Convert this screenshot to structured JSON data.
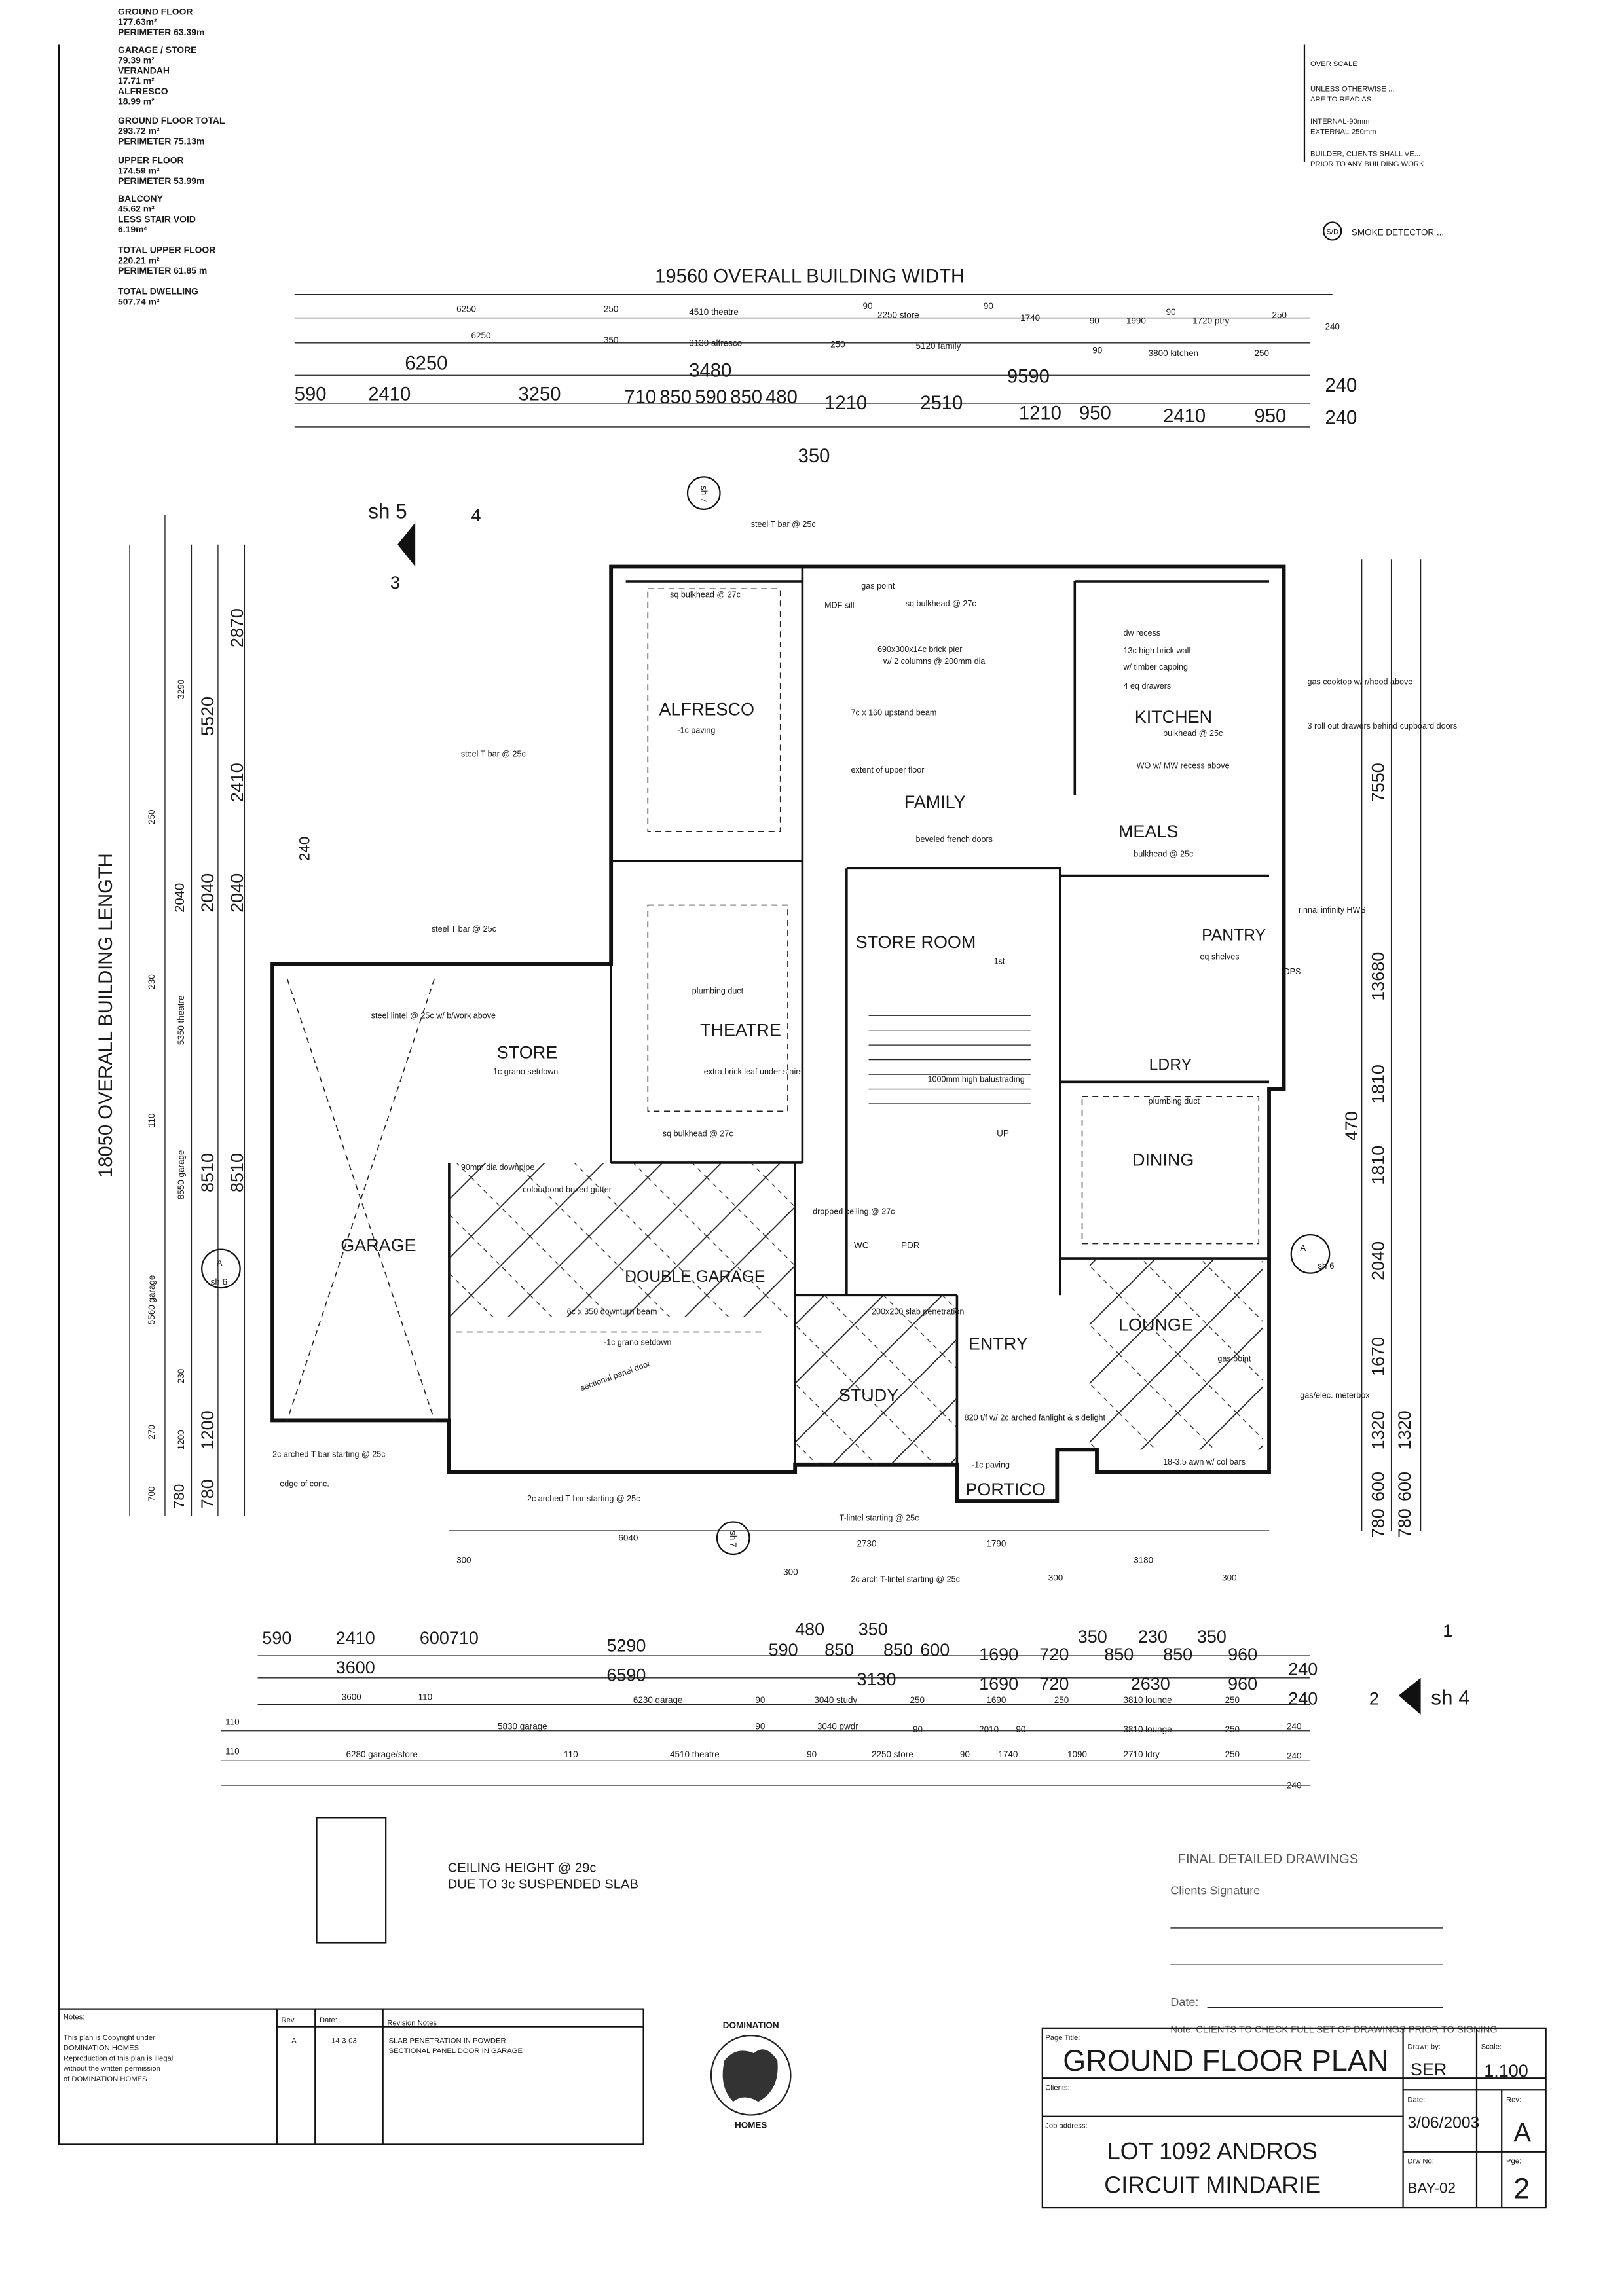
{
  "area_schedule": [
    {
      "label": "GROUND FLOOR",
      "lines": [
        "177.63m²",
        "PERIMETER 63.39m"
      ]
    },
    {
      "label": "GARAGE / STORE",
      "lines": [
        "79.39 m²",
        "VERANDAH",
        "17.71 m²",
        "ALFRESCO",
        "18.99 m²"
      ]
    },
    {
      "label": "GROUND FLOOR TOTAL",
      "lines": [
        "293.72 m²",
        "PERIMETER 75.13m"
      ]
    },
    {
      "label": "UPPER FLOOR",
      "lines": [
        "174.59 m²",
        "PERIMETER 53.99m"
      ]
    },
    {
      "label": "BALCONY",
      "lines": [
        "45.62 m²",
        "LESS STAIR VOID",
        "6.19m²"
      ]
    },
    {
      "label": "TOTAL UPPER FLOOR",
      "lines": [
        "220.21 m²",
        "PERIMETER 61.85 m"
      ]
    },
    {
      "label": "TOTAL DWELLING",
      "lines": [
        "507.74 m²"
      ]
    }
  ],
  "general_notes": {
    "lines": [
      "OVER SCALE",
      "UNLESS OTHERWISE ...",
      "ARE TO READ AS:",
      "INTERNAL-90mm",
      "EXTERNAL-250mm",
      "BUILDER, CLIENTS SHALL VE...",
      "PRIOR TO ANY BUILDING WORK"
    ],
    "smoke_symbol": "S/D",
    "smoke_label": "SMOKE DETECTOR ..."
  },
  "overall": {
    "width_label": "19560 OVERALL BUILDING WIDTH",
    "length_label": "18050 OVERALL BUILDING LENGTH",
    "mid_350": "350"
  },
  "top_dims": {
    "row1": [
      "6250",
      "250",
      "4510 theatre",
      "90",
      "2250 store",
      "90",
      "1740",
      "90",
      "1990",
      "90",
      "1720 ptry",
      "250",
      "240"
    ],
    "row2": [
      "6250",
      "350",
      "3130 alfresco",
      "250",
      "5120 family",
      "90",
      "3800 kitchen",
      "250",
      "240"
    ],
    "row3": [
      "6250",
      "3480",
      "9590",
      "240"
    ],
    "row4": [
      "590",
      "2410",
      "3250",
      "710",
      "850",
      "590",
      "850",
      "480",
      "1210",
      "2510",
      "1210",
      "950",
      "2410",
      "950",
      "240"
    ]
  },
  "bottom_dims": {
    "upper": [
      "480",
      "350",
      "350",
      "230",
      "350"
    ],
    "rowA": [
      "590",
      "2410",
      "600",
      "710",
      "5290",
      "590",
      "850",
      "850",
      "600",
      "1690",
      "720",
      "850",
      "850",
      "960",
      "240"
    ],
    "rowB": [
      "3600",
      "6590",
      "3130",
      "1690",
      "720",
      "2630",
      "960",
      "240"
    ],
    "rowC": [
      "3600",
      "110",
      "6230 garage",
      "90",
      "3040 study",
      "250",
      "1690",
      "250",
      "3810 lounge",
      "250",
      "240"
    ],
    "rowD": [
      "110",
      "5830 garage",
      "90",
      "3040 pwdr",
      "90",
      "2010",
      "90",
      "3810 lounge",
      "250",
      "240"
    ],
    "rowE": [
      "110",
      "6280 garage/store",
      "110",
      "4510 theatre",
      "90",
      "2250 store",
      "90",
      "1740",
      "1090",
      "2710 ldry",
      "250",
      "240"
    ]
  },
  "left_dims": [
    "3290",
    "5520",
    "2870",
    "250",
    "2410",
    "240",
    "2040",
    "2040",
    "2040",
    "230",
    "5350 theatre",
    "110",
    "8550 garage",
    "8510",
    "8510",
    "5560 garage",
    "230",
    "270",
    "1200",
    "1200",
    "700",
    "780",
    "780"
  ],
  "right_dims": [
    "7550",
    "13680",
    "1810",
    "470",
    "1810",
    "2040",
    "1670",
    "1320",
    "780",
    "600",
    "780",
    "600",
    "1320"
  ],
  "rooms": {
    "alfresco": "ALFRESCO",
    "family": "FAMILY",
    "kitchen": "KITCHEN",
    "meals": "MEALS",
    "store_room": "STORE ROOM",
    "theatre": "THEATRE",
    "store": "STORE",
    "pantry": "PANTRY",
    "laundry": "LDRY",
    "dining": "DINING",
    "garage": "GARAGE",
    "double_garage": "DOUBLE GARAGE",
    "lounge": "LOUNGE",
    "entry": "ENTRY",
    "study": "STUDY",
    "portico": "PORTICO",
    "up": "UP",
    "wc": "WC",
    "pwdr": "PDR"
  },
  "annotations": {
    "steel_t_top": "steel T bar @ 25c",
    "sq_bulkhead_alf": "sq bulkhead @ 27c",
    "paving_alf": "-1c paving",
    "gas_point": "gas point",
    "mdf_sill": "MDF sill",
    "sq_bulkhead_fam": "sq bulkhead @ 27c",
    "brick_pier": "690x300x14c brick pier",
    "columns": "w/ 2 columns @ 200mm dia",
    "upstand": "7c x 160 upstand beam",
    "upper_extent": "extent of upper floor",
    "steel_t_left": "steel T bar @ 25c",
    "steel_t_garage": "steel T bar @ 25c",
    "dw_recess": "dw recess",
    "brick_wall": "13c high brick wall",
    "capping": "w/ timber capping",
    "drawers": "4 eq drawers",
    "bulkhead_kit": "bulkhead @ 25c",
    "wo_mw": "WO w/ MW recess above",
    "gas_cooktop": "gas cooktop w/ r/hood above",
    "roll_out": "3 roll out drawers behind cupboard doors",
    "french": "beveled french doors",
    "bulkhead_meals": "bulkhead @ 25c",
    "rinnai": "rinnai infinity HWS",
    "shelves": "eq shelves",
    "plumbing_duct": "plumbing duct",
    "extra_brick": "extra brick leaf under stairs",
    "balustrading": "1000mm high balustrading",
    "steel_lintel": "steel lintel @ 25c w/ b/work above",
    "grano_store": "-1c grano setdown",
    "one_st": "1st",
    "sq_bulkhead_thr": "sq bulkhead @ 27c",
    "downpipe": "90mm dia downpipe",
    "gutter": "colourbond boxed gutter",
    "downturn": "6c x 350 downturn beam",
    "grano_garage": "-1c grano setdown",
    "sectional": "sectional panel door",
    "dropped": "dropped ceiling @ 27c",
    "slab_pen": "200x200 slab penetration",
    "arched": "820 t/f w/ 2c arched fanlight & sidelight",
    "paving_portico": "-1c paving",
    "awn": "18-3.5 awn w/ col bars",
    "t_lintel": "T-lintel starting @ 25c",
    "arch_t_bar": "2c arched T bar starting @ 25c",
    "arch_t_bar2": "2c arched T bar starting @ 25c",
    "edge_conc": "edge of conc.",
    "gas_point_lounge": "gas point",
    "meter": "gas/elec. meterbox",
    "ops": "DPS",
    "arch_tlintel": "2c arch T-lintel starting @ 25c",
    "sh5": "sh 5",
    "sh5_a": "4",
    "sh5_b": "3",
    "sh4": "sh 4",
    "sh4_a": "1",
    "sh4_b": "2",
    "sh6": "sh 6",
    "sh6_b": "sh 6",
    "sec_a": "A",
    "sec_a2": "A",
    "sh7": "sh 7",
    "sh7b": "sh 7"
  },
  "bottom_run": [
    "300",
    "6040",
    "2730",
    "1790",
    "3180",
    "300",
    "300",
    "300"
  ],
  "legend": {
    "line1": "CEILING HEIGHT @ 29c",
    "line2": "DUE TO 3c SUSPENDED SLAB"
  },
  "signoff": {
    "title": "FINAL DETAILED DRAWINGS",
    "signature": "Clients Signature",
    "date": "Date:",
    "note": "Note: CLIENTS TO CHECK FULL SET OF DRAWINGS PRIOR TO SIGNING"
  },
  "notes_box": {
    "heading": "Notes:",
    "text": [
      "This plan is Copyright under",
      "DOMINATION HOMES",
      "Reproduction of this plan is illegal",
      "without the written permission",
      "of DOMINATION HOMES"
    ]
  },
  "revisions": {
    "headers": [
      "Rev",
      "Date:",
      "Revision Notes"
    ],
    "rows": [
      {
        "rev": "A",
        "date": "14-3-03",
        "notes": [
          "SLAB PENETRATION IN POWDER",
          "SECTIONAL PANEL DOOR IN GARAGE"
        ]
      }
    ]
  },
  "logo": {
    "name": "DOMINATION",
    "sub": "HOMES"
  },
  "title_block": {
    "page_title_label": "Page Title:",
    "page_title": "GROUND FLOOR PLAN",
    "drawn_by_label": "Drawn by:",
    "drawn_by": "SER",
    "scale_label": "Scale:",
    "scale": "1.100",
    "clients_label": "Clients:",
    "date_label": "Date:",
    "date": "3/06/2003",
    "rev_label": "Rev:",
    "rev": "A",
    "job_label": "Job address:",
    "job_line1": "LOT 1092 ANDROS",
    "job_line2": "CIRCUIT MINDARIE",
    "drw_label": "Drw No:",
    "drw": "BAY-02",
    "page_label": "Pge:",
    "page": "2"
  }
}
